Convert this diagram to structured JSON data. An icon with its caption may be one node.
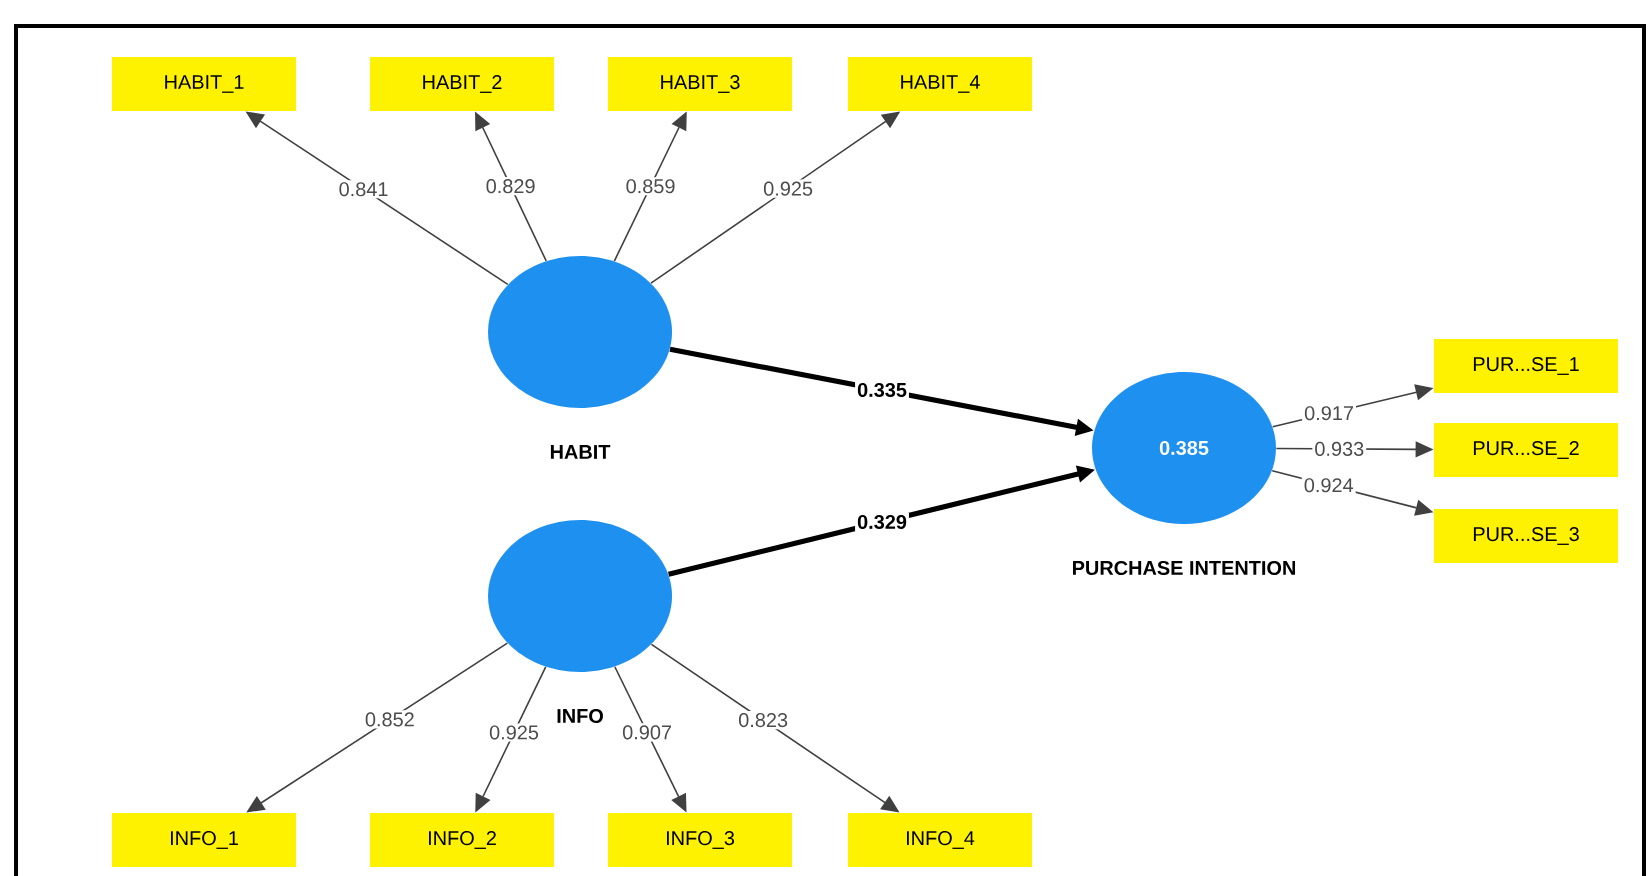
{
  "diagram": {
    "nodes": [
      {
        "text": [
          "HABIT_1"
        ]
      },
      {
        "text": [
          "HABIT_2"
        ]
      },
      {
        "text": [
          "HABIT_3"
        ]
      },
      {
        "text": [
          "HABIT_4"
        ]
      },
      {
        "text": [
          "HABIT"
        ]
      },
      {
        "text": [
          "0.385",
          "PURCHASE INTENTION"
        ]
      },
      {
        "text": [
          "PUR...SE_1"
        ]
      },
      {
        "text": [
          "PUR...SE_2"
        ]
      },
      {
        "text": [
          "PUR...SE_3"
        ]
      },
      {
        "text": [
          "INFO"
        ]
      },
      {
        "text": [
          "INFO_1"
        ]
      },
      {
        "text": [
          "INFO_2"
        ]
      },
      {
        "text": [
          "INFO_3"
        ]
      },
      {
        "text": [
          "INFO_4"
        ]
      }
    ],
    "edges": [
      {
        "from": 4,
        "to": 0,
        "arrow": "to",
        "label": "0.841"
      },
      {
        "from": 4,
        "to": 1,
        "arrow": "to",
        "label": "0.829"
      },
      {
        "from": 4,
        "to": 2,
        "arrow": "to",
        "label": "0.859"
      },
      {
        "from": 4,
        "to": 3,
        "arrow": "to",
        "label": "0.925"
      },
      {
        "from": 4,
        "to": 5,
        "arrow": "to",
        "label": "0.335",
        "style": "thick"
      },
      {
        "from": 9,
        "to": 5,
        "arrow": "to",
        "label": "0.329",
        "style": "thick"
      },
      {
        "from": 5,
        "to": 6,
        "arrow": "to",
        "label": "0.917"
      },
      {
        "from": 5,
        "to": 7,
        "arrow": "to",
        "label": "0.933"
      },
      {
        "from": 5,
        "to": 8,
        "arrow": "to",
        "label": "0.924"
      },
      {
        "from": 9,
        "to": 10,
        "arrow": "to",
        "label": "0.852"
      },
      {
        "from": 9,
        "to": 11,
        "arrow": "to",
        "label": "0.925"
      },
      {
        "from": 9,
        "to": 12,
        "arrow": "to",
        "label": "0.907"
      },
      {
        "from": 9,
        "to": 13,
        "arrow": "to",
        "label": "0.823"
      }
    ]
  }
}
